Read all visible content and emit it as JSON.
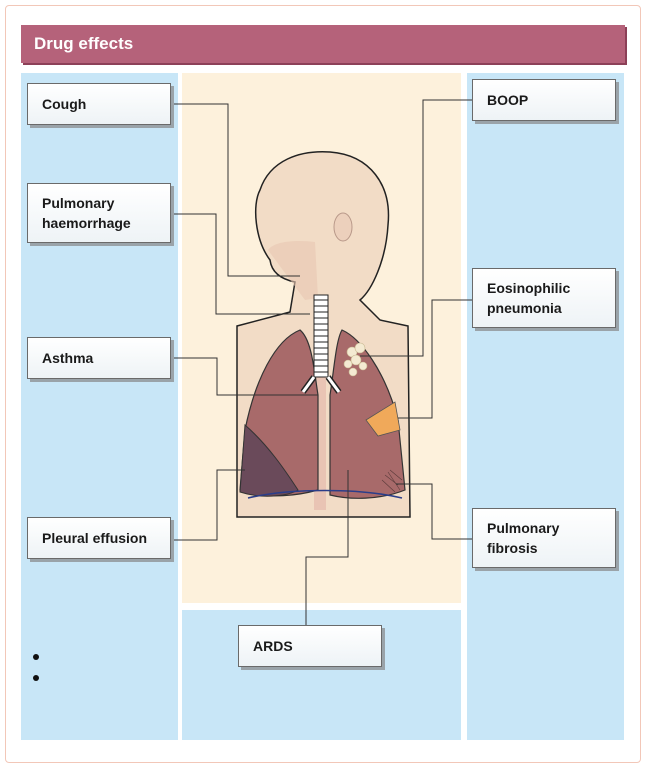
{
  "header": {
    "title": "Drug effects"
  },
  "labels": {
    "cough": "Cough",
    "pulm_haem_1": "Pulmonary",
    "pulm_haem_2": "haemorrhage",
    "asthma": "Asthma",
    "pleural": "Pleural effusion",
    "boop": "BOOP",
    "eos_1": "Eosinophilic",
    "eos_2": "pneumonia",
    "fib_1": "Pulmonary",
    "fib_2": "fibrosis",
    "ards": "ARDS"
  },
  "colors": {
    "header": "#b5627a",
    "panel": "#c8e6f7",
    "body_skin": "#f2dcc6",
    "lung": "#a86a6a",
    "effusion": "#6a4a5a",
    "eosinophilic": "#f0a95a"
  }
}
